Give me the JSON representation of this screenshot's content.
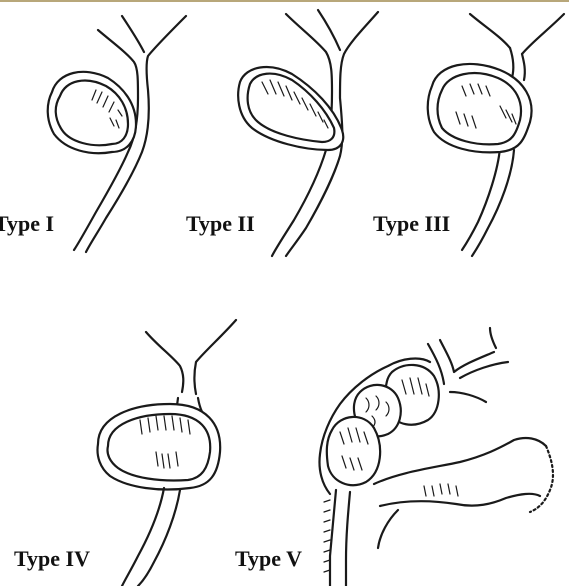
{
  "figure": {
    "labels": {
      "type1": "Type I",
      "type2": "Type II",
      "type3": "Type III",
      "type4": "Type IV",
      "type5": "Type V"
    },
    "colors": {
      "ink": "#1a1a1a",
      "background": "#ffffff",
      "top_border": "#b8a77a"
    }
  }
}
